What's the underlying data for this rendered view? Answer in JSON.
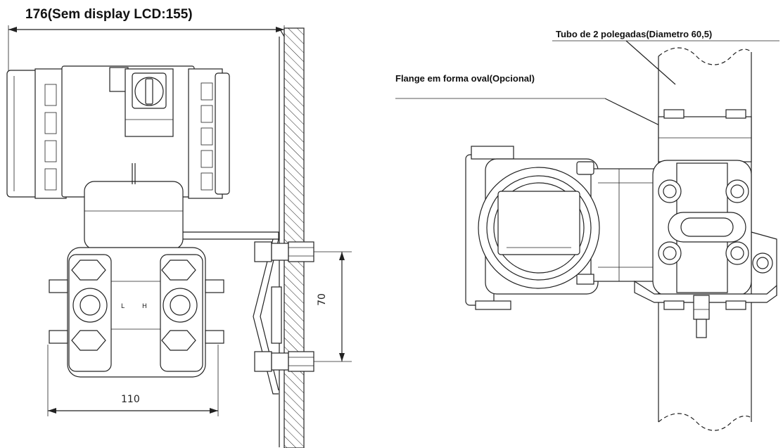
{
  "labels": {
    "overall_width": "176(Sem display LCD:155)",
    "pipe": "Tubo de 2 polegadas(Diametro 60,5)",
    "flange": "Flange em forma oval(Opcional)",
    "bolt_spacing": "70",
    "body_width": "110"
  }
}
